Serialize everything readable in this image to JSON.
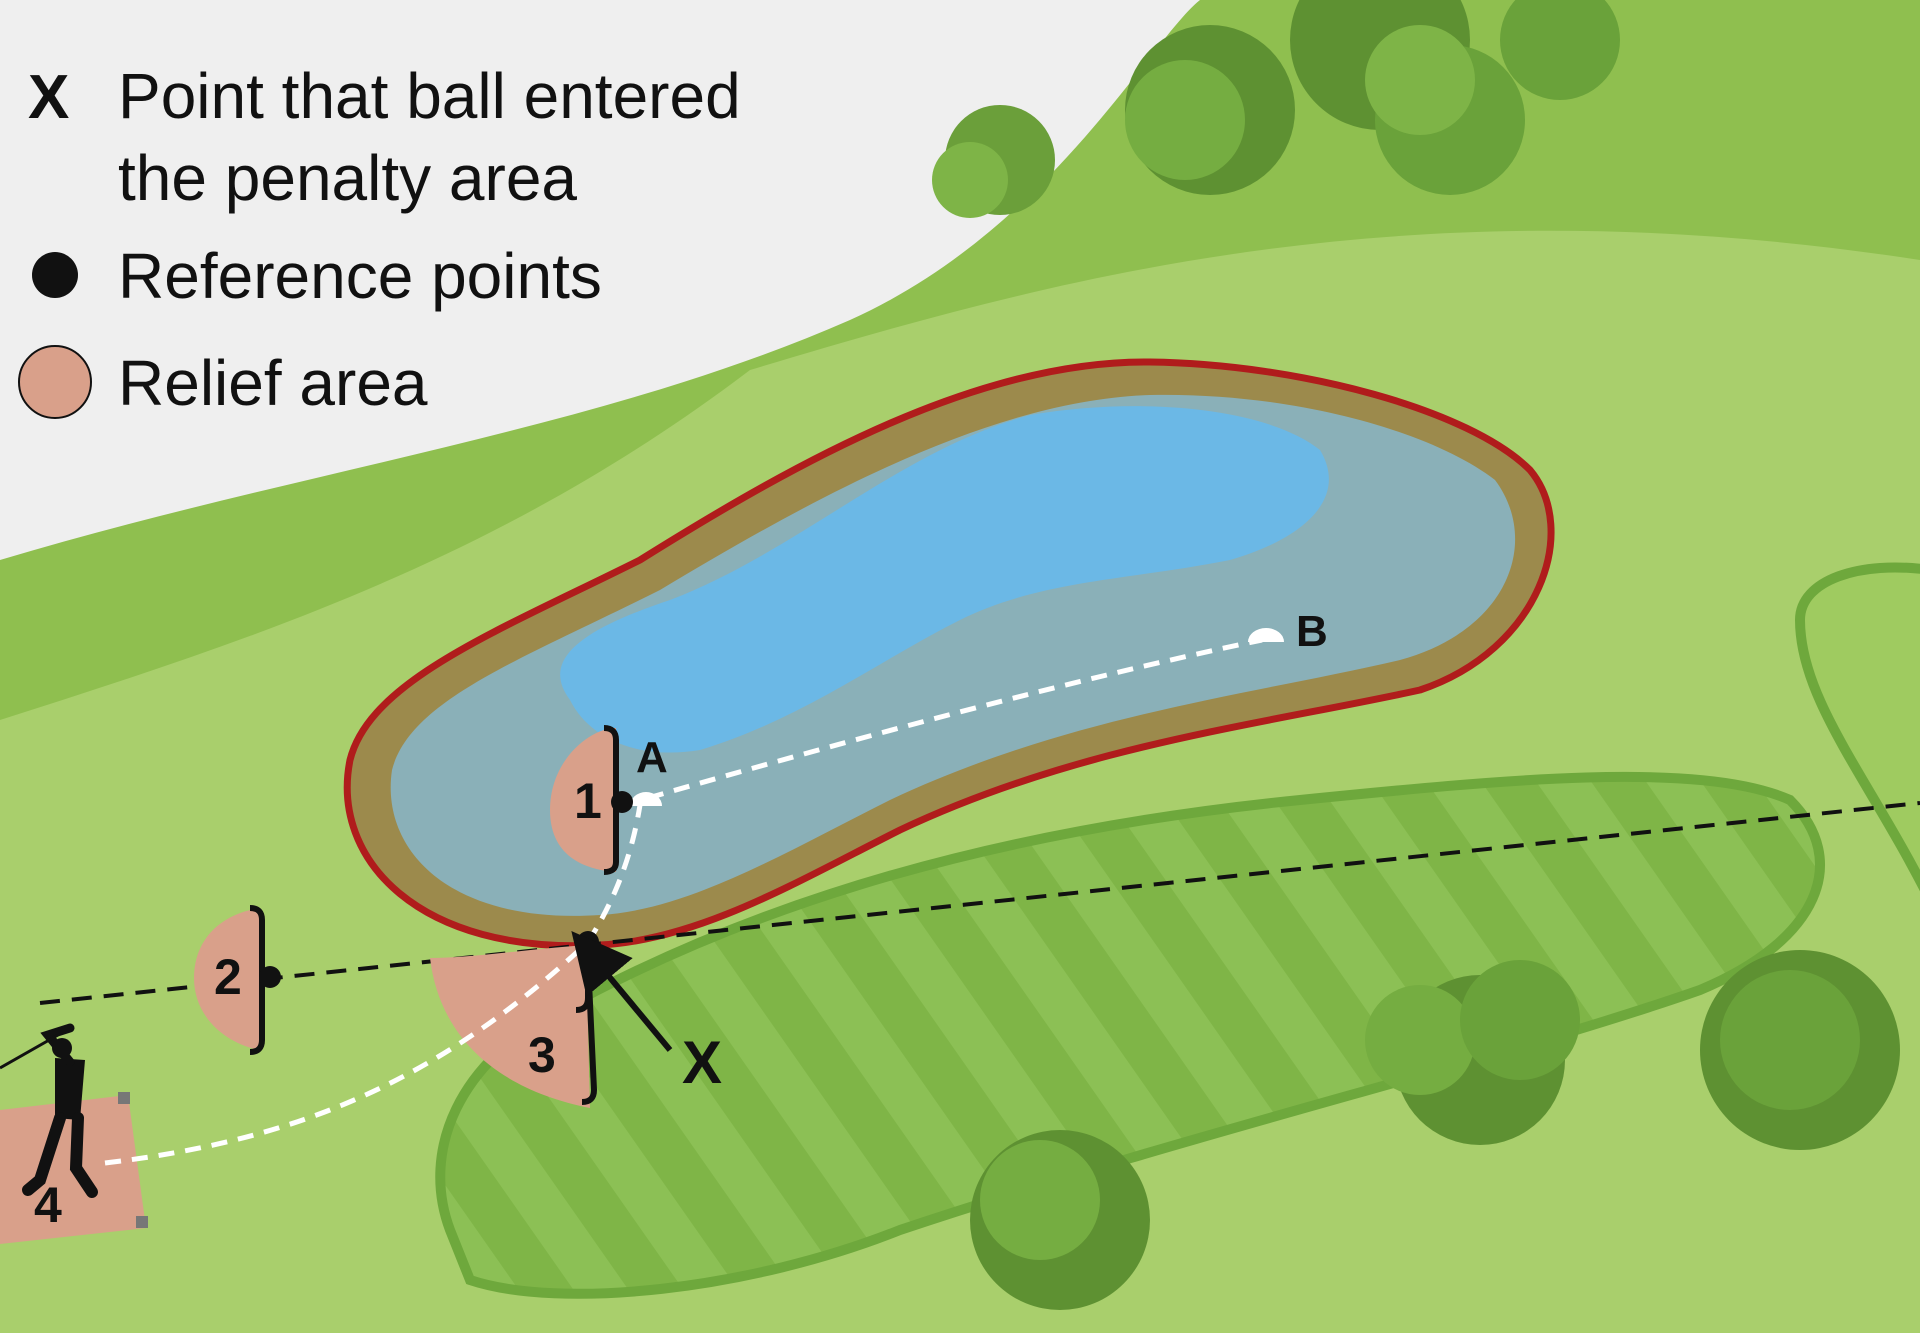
{
  "legend": {
    "x_symbol": "X",
    "x_line1": "Point that ball entered",
    "x_line2": "the penalty area",
    "ref_label": "Reference points",
    "relief_label": "Relief area"
  },
  "labels": {
    "a": "A",
    "b": "B",
    "x": "X",
    "r1": "1",
    "r2": "2",
    "r3": "3",
    "r4": "4"
  },
  "colors": {
    "rough_dark": "#8fbf4f",
    "rough_light": "#a9cf6c",
    "fairway": "#7fb547",
    "fairway_stripe": "#8cc055",
    "fairway_edge": "#6ea83c",
    "penalty_line": "#b01c1c",
    "bank": "#9c8a4c",
    "shallow_water": "#8ab0b8",
    "deep_water": "#6bb8e6",
    "relief": "#d9a08a",
    "background": "#efefef"
  }
}
